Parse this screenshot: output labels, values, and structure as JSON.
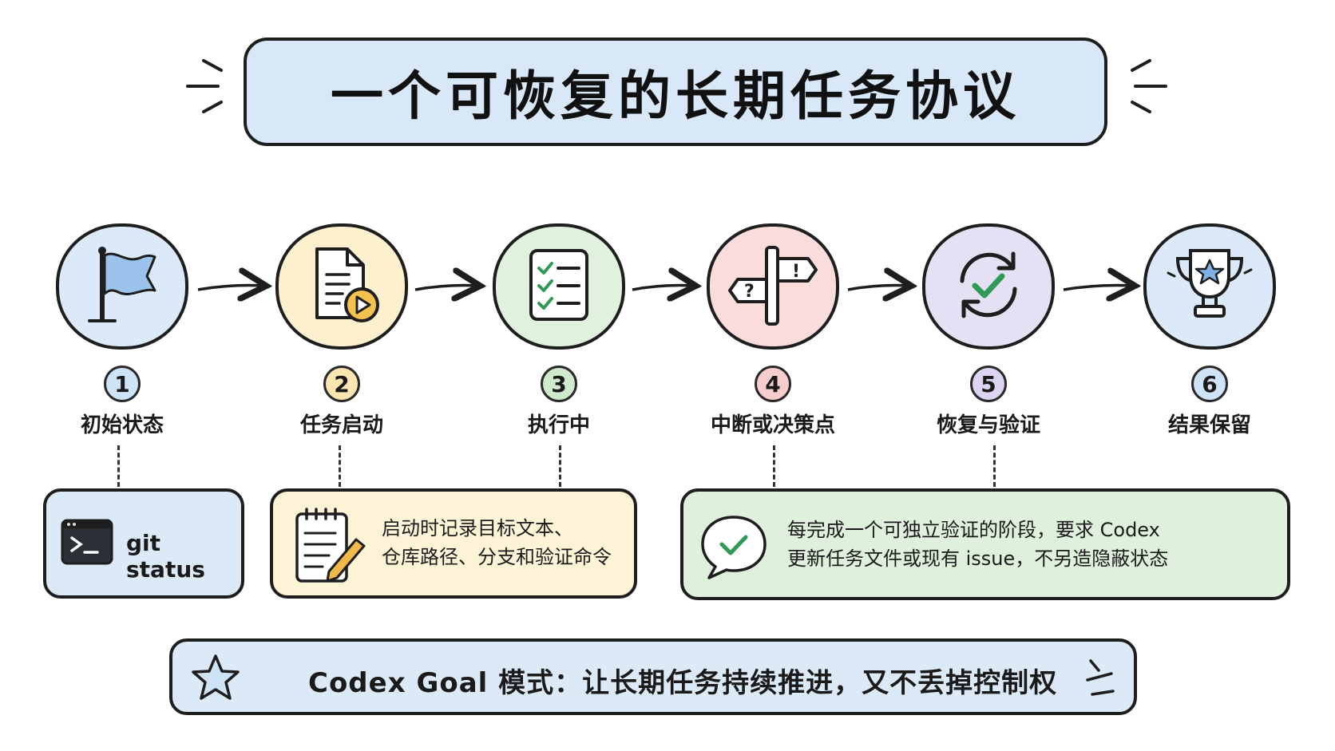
{
  "title": "一个可恢复的长期任务协议",
  "steps": [
    {
      "number": "1",
      "label": "初始状态",
      "icon": "flag-icon",
      "bg": "#dbe9f8",
      "badge": "#cfe3f7"
    },
    {
      "number": "2",
      "label": "任务启动",
      "icon": "document-play-icon",
      "bg": "#fdf0cf",
      "badge": "#fbe5b0"
    },
    {
      "number": "3",
      "label": "执行中",
      "icon": "checklist-icon",
      "bg": "#e0f1de",
      "badge": "#cfe9cc"
    },
    {
      "number": "4",
      "label": "中断或决策点",
      "icon": "signpost-icon",
      "bg": "#fadcdc",
      "badge": "#f7cccc"
    },
    {
      "number": "5",
      "label": "恢复与验证",
      "icon": "refresh-check-icon",
      "bg": "#e6e0f5",
      "badge": "#ddd4f4"
    },
    {
      "number": "6",
      "label": "结果保留",
      "icon": "trophy-icon",
      "bg": "#dbe9f8",
      "badge": "#cfe3f7"
    }
  ],
  "notes": {
    "git": {
      "text": "git status",
      "icon": "terminal-icon"
    },
    "start": {
      "line1": "启动时记录目标文本、",
      "line2": "仓库路径、分支和验证命令",
      "icon": "notepad-pencil-icon"
    },
    "progress": {
      "line1": "每完成一个可独立验证的阶段，要求 Codex",
      "line2": "更新任务文件或现有 issue，不另造隐蔽状态",
      "icon": "chat-check-icon"
    }
  },
  "footer": {
    "text": "Codex Goal  模式：让长期任务持续推进，又不丢掉控制权",
    "icon": "star-icon"
  },
  "colors": {
    "title_bg": "#d8e8f8",
    "note_blue": "#dce9f7",
    "note_yellow": "#fdf4d8",
    "note_green": "#dff0dc",
    "outline": "#1e1e1e"
  }
}
